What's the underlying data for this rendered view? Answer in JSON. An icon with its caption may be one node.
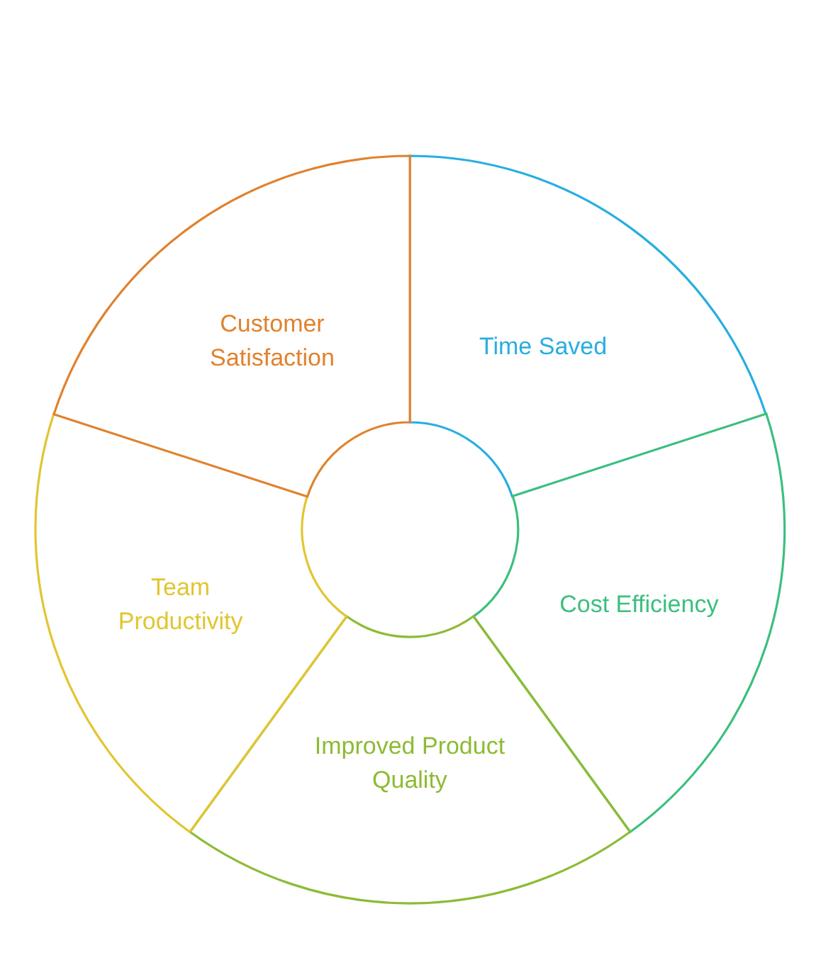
{
  "diagram": {
    "nodes": [
      {
        "text": [
          "Time Saved"
        ]
      },
      {
        "text": [
          "Cost Efficiency"
        ]
      },
      {
        "text": [
          "Improved Product Quality"
        ]
      },
      {
        "text": [
          "Team Productivity"
        ]
      },
      {
        "text": [
          "Customer Satisfaction"
        ]
      }
    ],
    "edges": []
  }
}
